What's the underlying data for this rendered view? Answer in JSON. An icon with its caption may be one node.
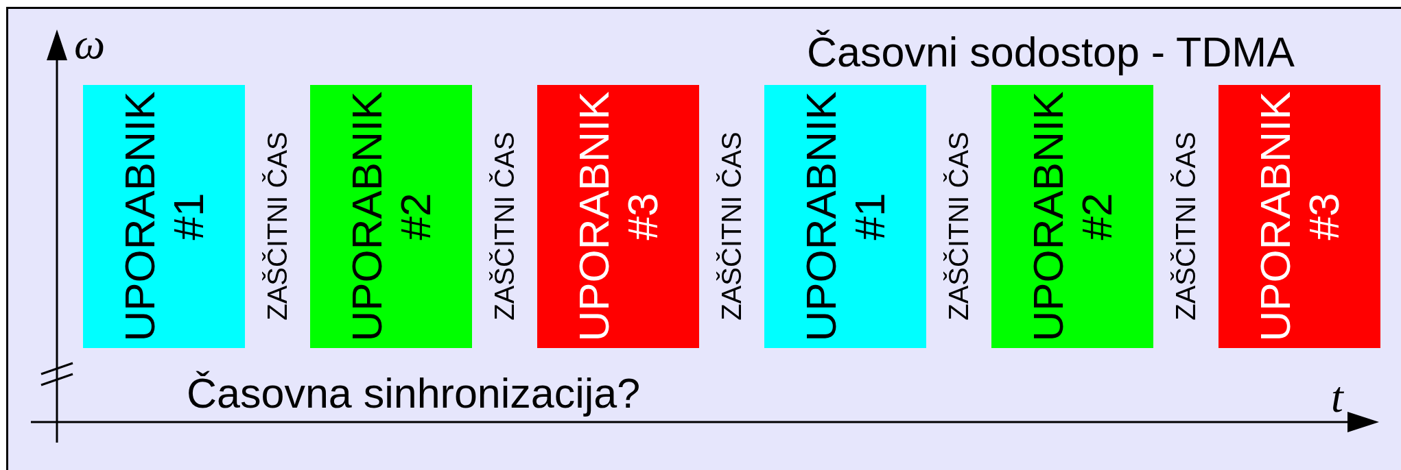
{
  "diagram": {
    "title": "Časovni sodostop - TDMA",
    "nodes": [
      {
        "text": [
          "UPORABNIK #1"
        ]
      },
      {
        "text": [
          "UPORABNIK #2"
        ]
      },
      {
        "text": [
          "UPORABNIK #3"
        ]
      },
      {
        "text": [
          "UPORABNIK #1"
        ]
      },
      {
        "text": [
          "UPORABNIK #2"
        ]
      },
      {
        "text": [
          "UPORABNIK #3"
        ]
      }
    ],
    "labels": [
      "ω",
      "ZAŠČITNI ČAS",
      "ZAŠČITNI ČAS",
      "ZAŠČITNI ČAS",
      "ZAŠČITNI ČAS",
      "ZAŠČITNI ČAS",
      "Časovna sinhronizacija?",
      "t"
    ]
  }
}
